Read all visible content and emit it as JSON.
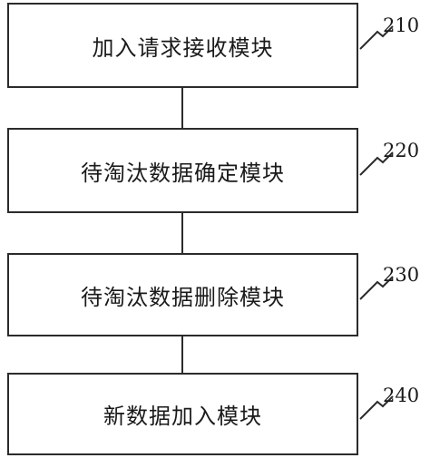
{
  "diagram": {
    "modules": [
      {
        "label": "加入请求接收模块",
        "ref": "210"
      },
      {
        "label": "待淘汰数据确定模块",
        "ref": "220"
      },
      {
        "label": "待淘汰数据删除模块",
        "ref": "230"
      },
      {
        "label": "新数据加入模块",
        "ref": "240"
      }
    ]
  }
}
